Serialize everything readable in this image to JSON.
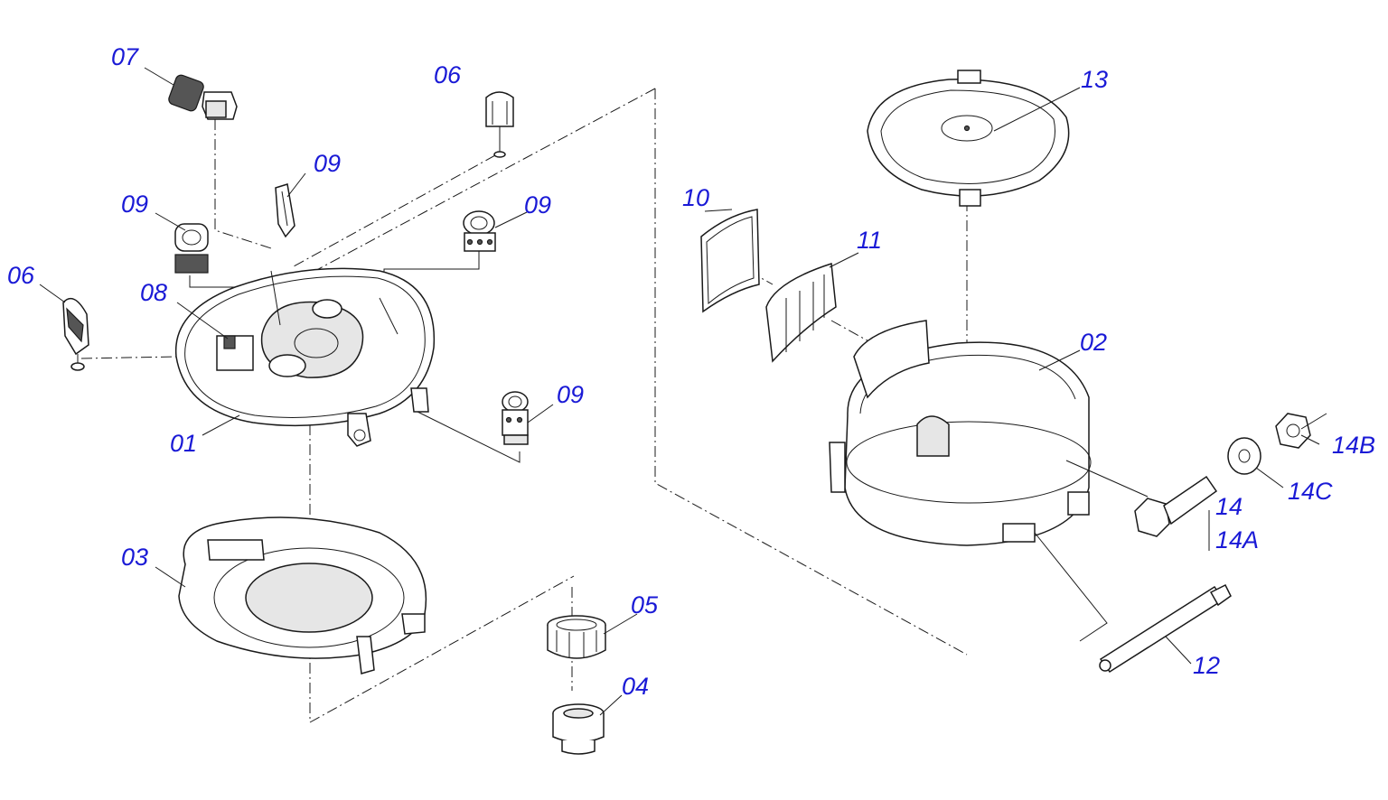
{
  "labels": {
    "l07": "07",
    "l06a": "06",
    "l09a": "09",
    "l09b": "09",
    "l09c": "09",
    "l09d": "09",
    "l06b": "06",
    "l08": "08",
    "l01": "01",
    "l03": "03",
    "l05": "05",
    "l04": "04",
    "l10": "10",
    "l11": "11",
    "l13": "13",
    "l02": "02",
    "l14": "14",
    "l14a": "14A",
    "l14b": "14B",
    "l14c": "14C",
    "l12": "12"
  },
  "colors": {
    "label": "#1a1ad6",
    "line": "#1a1a1a"
  }
}
